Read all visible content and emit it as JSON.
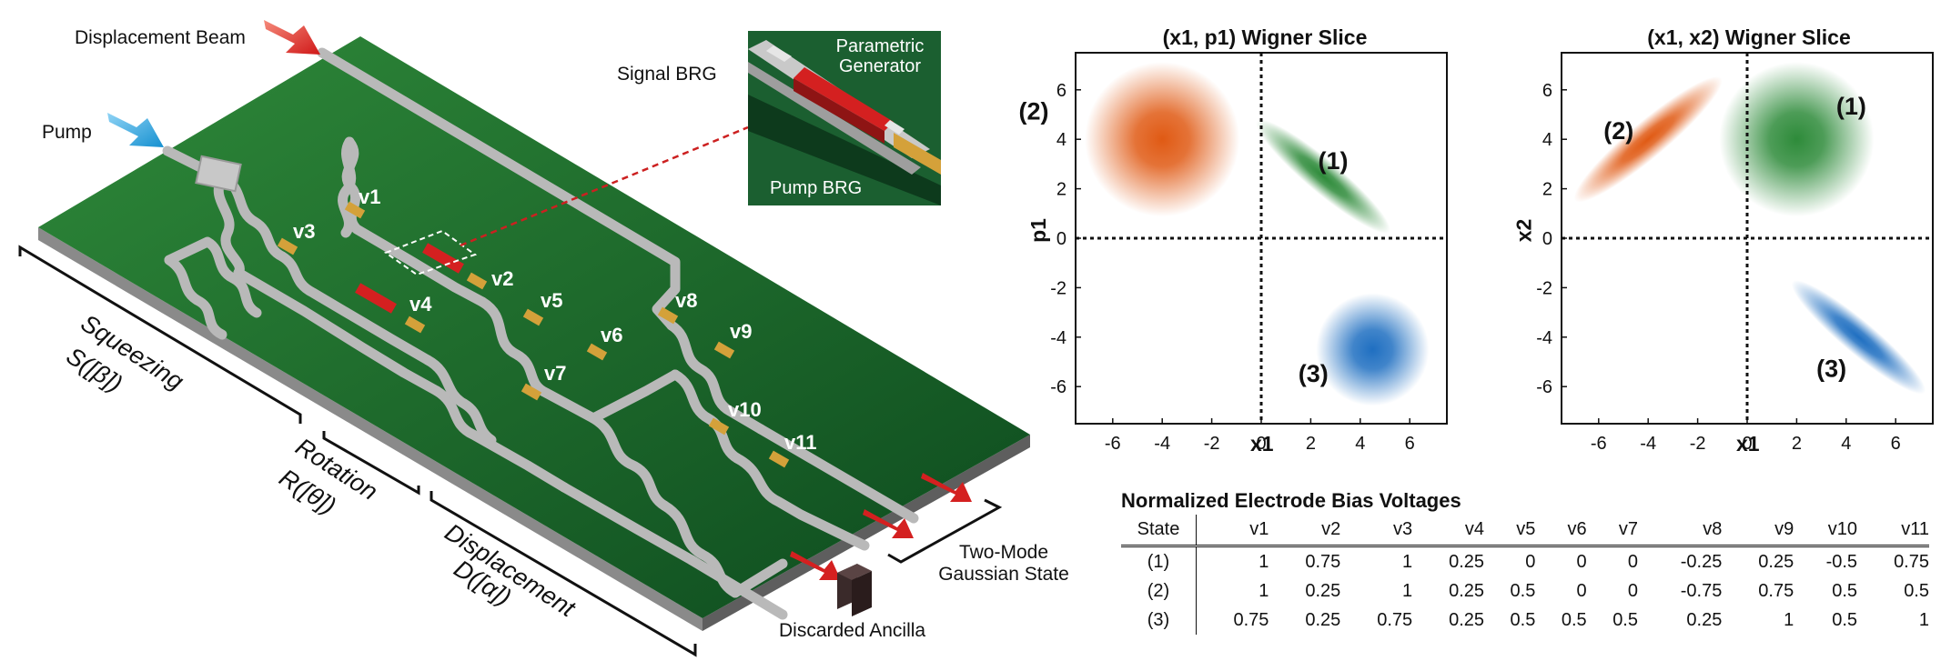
{
  "chip": {
    "labels": {
      "displacement_beam": "Displacement Beam",
      "pump": "Pump",
      "signal_brg": "Signal BRG",
      "parametric_generator": "Parametric Generator",
      "pump_brg": "Pump BRG",
      "two_mode": "Two-Mode Gaussian State",
      "discarded": "Discarded Ancilla"
    },
    "stages": {
      "squeezing": "Squeezing",
      "squeezing_op": "S([β])",
      "rotation": "Rotation",
      "rotation_op": "R([θ])",
      "displacement": "Displacement",
      "displacement_op": "D([α])"
    },
    "electrodes": [
      "v1",
      "v2",
      "v3",
      "v4",
      "v5",
      "v6",
      "v7",
      "v8",
      "v9",
      "v10",
      "v11"
    ]
  },
  "plots": [
    {
      "title": "(x1, p1) Wigner Slice",
      "xlabel": "x1",
      "ylabel": "p1",
      "xticks": [
        "-6",
        "-4",
        "-2",
        "0",
        "2",
        "4",
        "6"
      ],
      "yticks": [
        "6",
        "4",
        "2",
        "0",
        "-2",
        "-4",
        "-6"
      ],
      "states": [
        {
          "label": "(1)",
          "cx": 2.5,
          "cy": 2.5,
          "color": "#2e8b3a",
          "shape": "squeezed-anti"
        },
        {
          "label": "(2)",
          "cx": -4,
          "cy": 4,
          "color": "#e05a14",
          "shape": "round"
        },
        {
          "label": "(3)",
          "cx": 4.5,
          "cy": -4.5,
          "color": "#1f6fc1",
          "shape": "round"
        }
      ]
    },
    {
      "title": "(x1, x2) Wigner Slice",
      "xlabel": "x1",
      "ylabel": "x2",
      "xticks": [
        "-6",
        "-4",
        "-2",
        "0",
        "2",
        "4",
        "6"
      ],
      "yticks": [
        "6",
        "4",
        "2",
        "0",
        "-2",
        "-4",
        "-6"
      ],
      "states": [
        {
          "label": "(1)",
          "cx": 2,
          "cy": 4,
          "color": "#2e8b3a",
          "shape": "round"
        },
        {
          "label": "(2)",
          "cx": -4,
          "cy": 4,
          "color": "#e05a14",
          "shape": "squeezed-diag"
        },
        {
          "label": "(3)",
          "cx": 4.5,
          "cy": -4,
          "color": "#1f6fc1",
          "shape": "squeezed-anti"
        }
      ]
    }
  ],
  "table": {
    "title": "Normalized Electrode Bias Voltages",
    "headers": [
      "State",
      "v1",
      "v2",
      "v3",
      "v4",
      "v5",
      "v6",
      "v7",
      "v8",
      "v9",
      "v10",
      "v11"
    ],
    "rows": [
      [
        "(1)",
        "1",
        "0.75",
        "1",
        "0.25",
        "0",
        "0",
        "0",
        "-0.25",
        "0.25",
        "-0.5",
        "0.75"
      ],
      [
        "(2)",
        "1",
        "0.25",
        "1",
        "0.25",
        "0.5",
        "0",
        "0",
        "-0.75",
        "0.75",
        "0.5",
        "0.5"
      ],
      [
        "(3)",
        "0.75",
        "0.25",
        "0.75",
        "0.25",
        "0.5",
        "0.5",
        "0.5",
        "0.25",
        "1",
        "0.5",
        "1"
      ]
    ]
  }
}
